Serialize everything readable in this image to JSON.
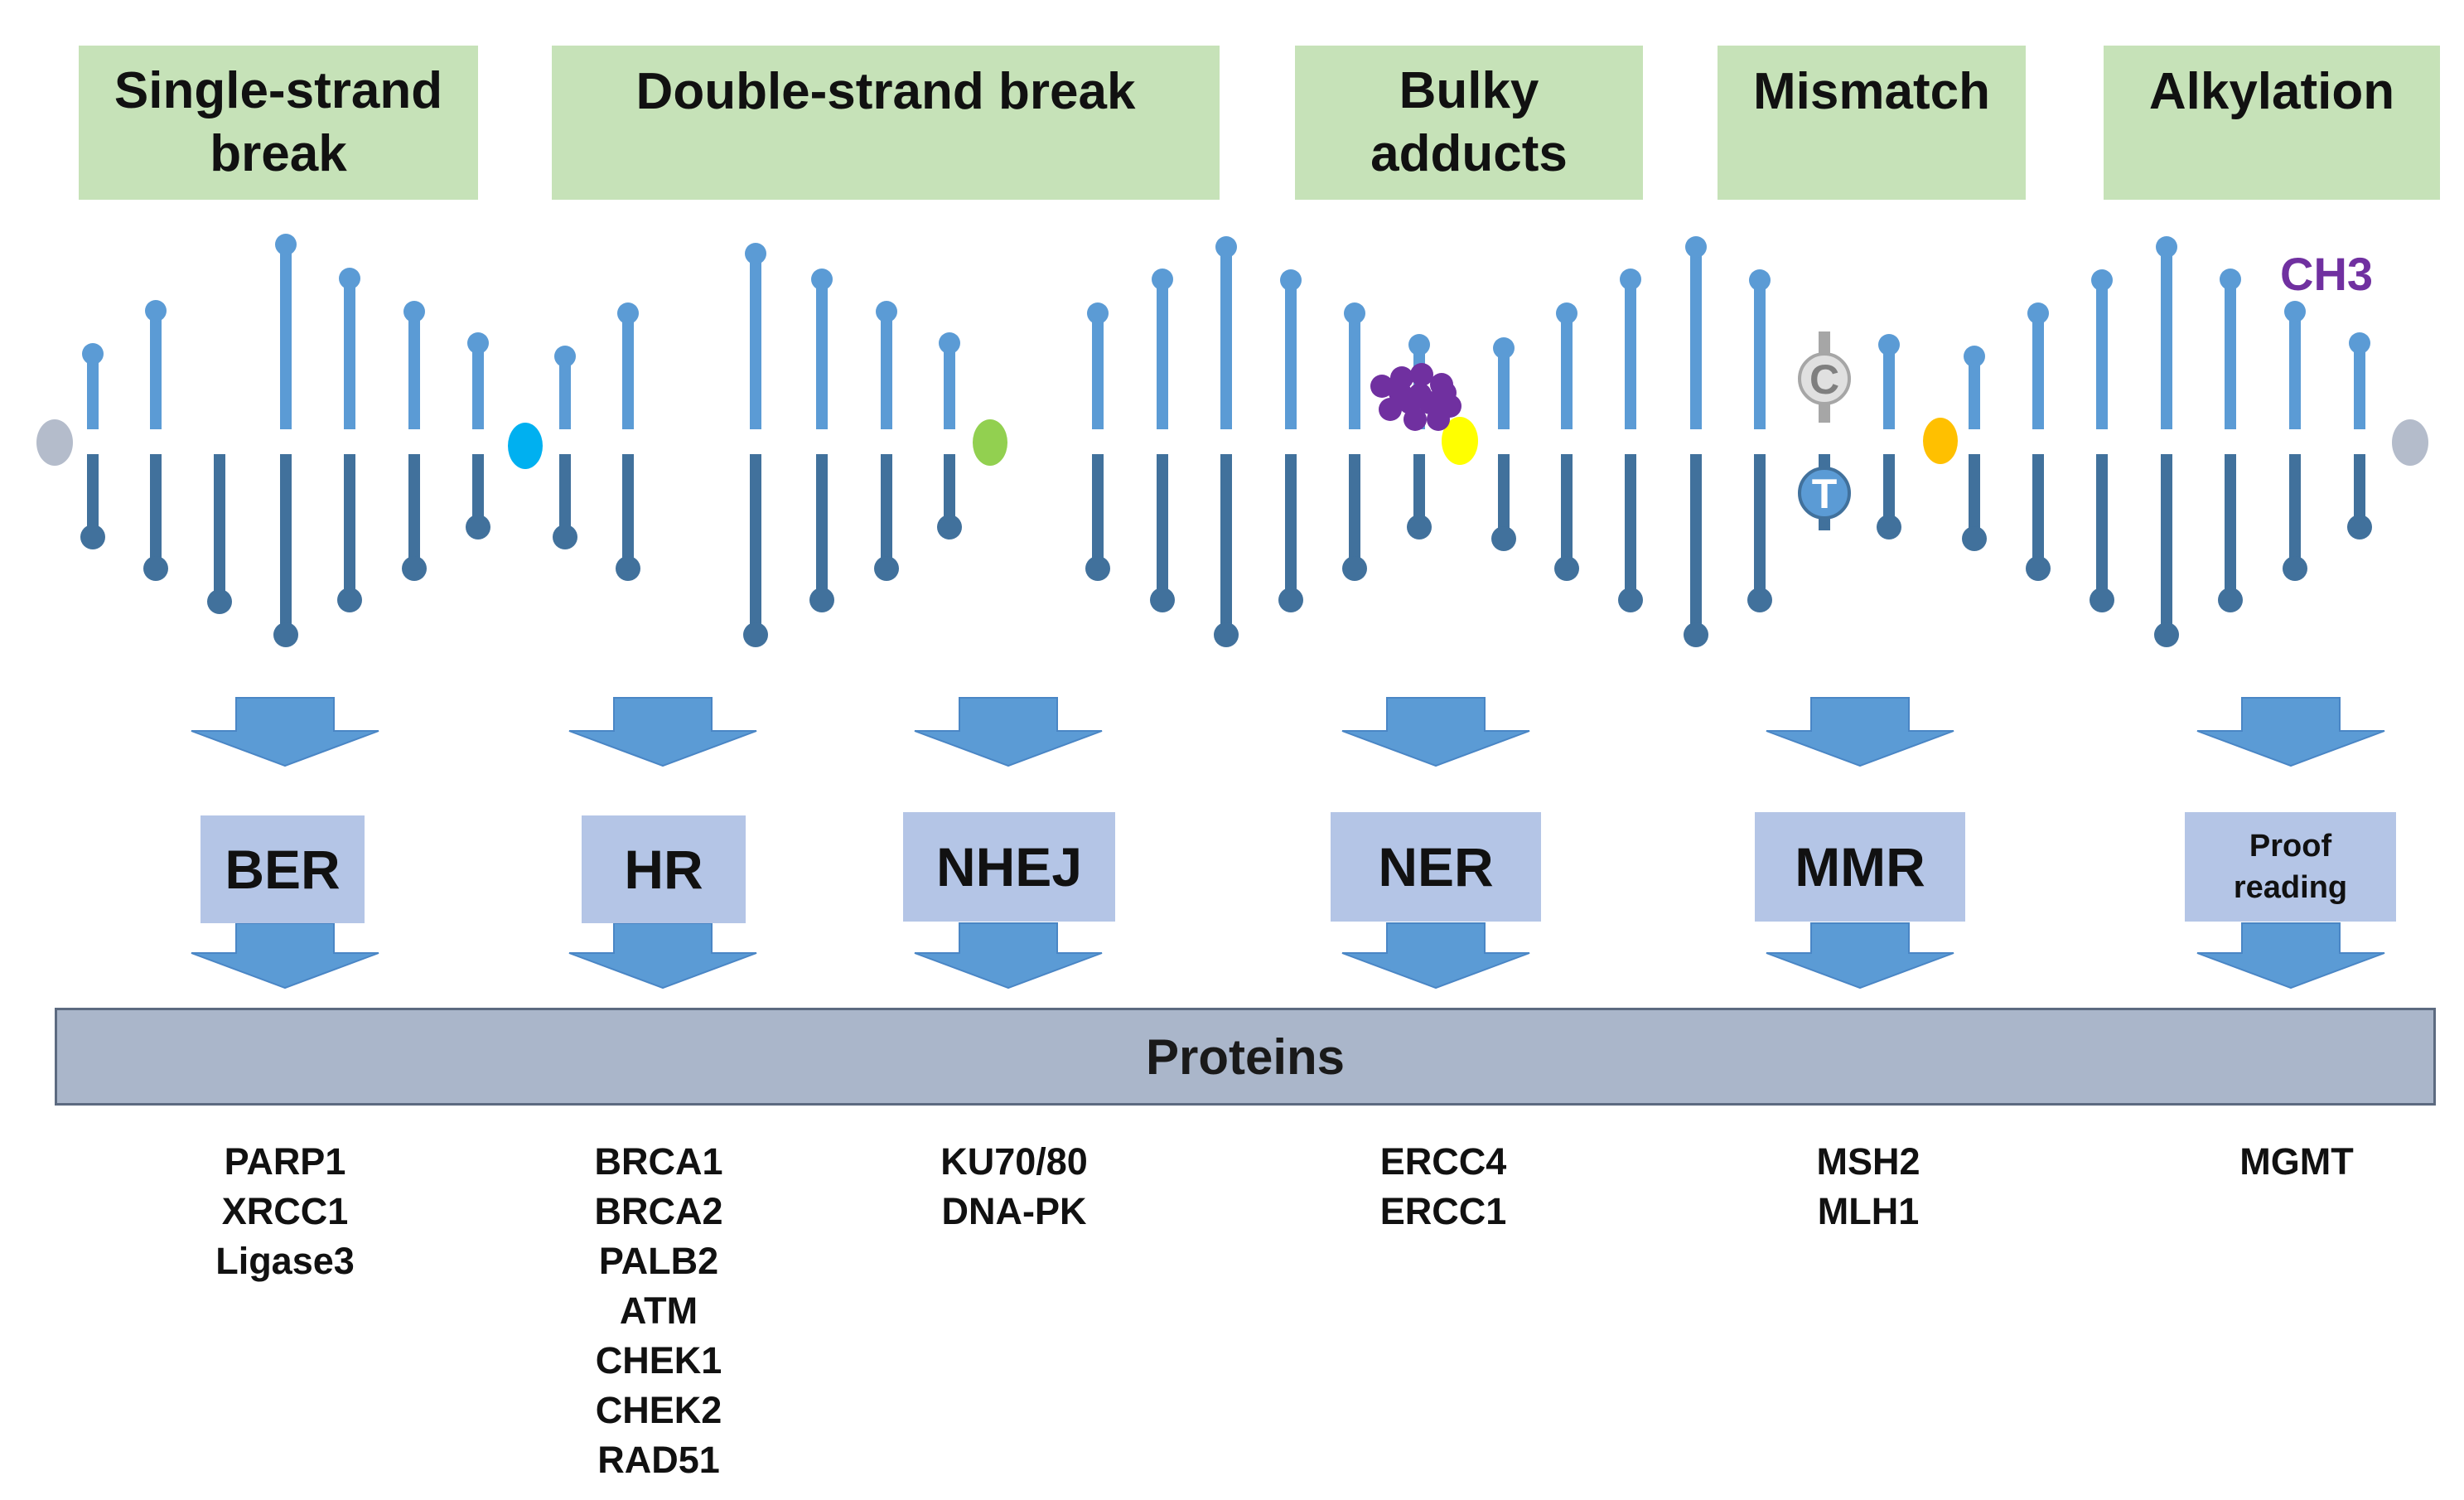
{
  "damage_types": [
    {
      "label": "Single-strand\nbreak"
    },
    {
      "label": "Double-strand break"
    },
    {
      "label": "Bulky\nadducts"
    },
    {
      "label": "Mismatch"
    },
    {
      "label": "Alkylation"
    }
  ],
  "pathways": [
    {
      "label": "BER"
    },
    {
      "label": "HR"
    },
    {
      "label": "NHEJ"
    },
    {
      "label": "NER"
    },
    {
      "label": "MMR"
    },
    {
      "label": "Proof\nreading"
    }
  ],
  "proteins_bar": {
    "label": "Proteins"
  },
  "protein_groups": [
    {
      "items": [
        "PARP1",
        "XRCC1",
        "Ligase3"
      ]
    },
    {
      "items": [
        "BRCA1",
        "BRCA2",
        "PALB2",
        "ATM",
        "CHEK1",
        "CHEK2",
        "RAD51"
      ]
    },
    {
      "items": [
        "KU70/80",
        "DNA-PK"
      ]
    },
    {
      "items": [
        "ERCC4",
        "ERCC1"
      ]
    },
    {
      "items": [
        "MSH2",
        "MLH1"
      ]
    },
    {
      "items": [
        "MGMT"
      ]
    }
  ],
  "dna": {
    "methyl_label": "CH3",
    "mismatch_bases": {
      "top": "C",
      "bottom": "T"
    }
  },
  "colors": {
    "strand_top": "#5b9bd5",
    "strand_bottom": "#41719c",
    "damage_box": "#c6e2b8",
    "pathway_box": "#b4c5e6",
    "arrow": "#5b9bd5",
    "proteins_bar": "#aab6ca",
    "adduct": "#7030a0",
    "methyl": "#7030a0",
    "marker_blue": "#00b0f0",
    "marker_green": "#92d050",
    "marker_yellow": "#ffff00",
    "marker_orange": "#ffc000",
    "marker_grey": "#b4bccb"
  }
}
